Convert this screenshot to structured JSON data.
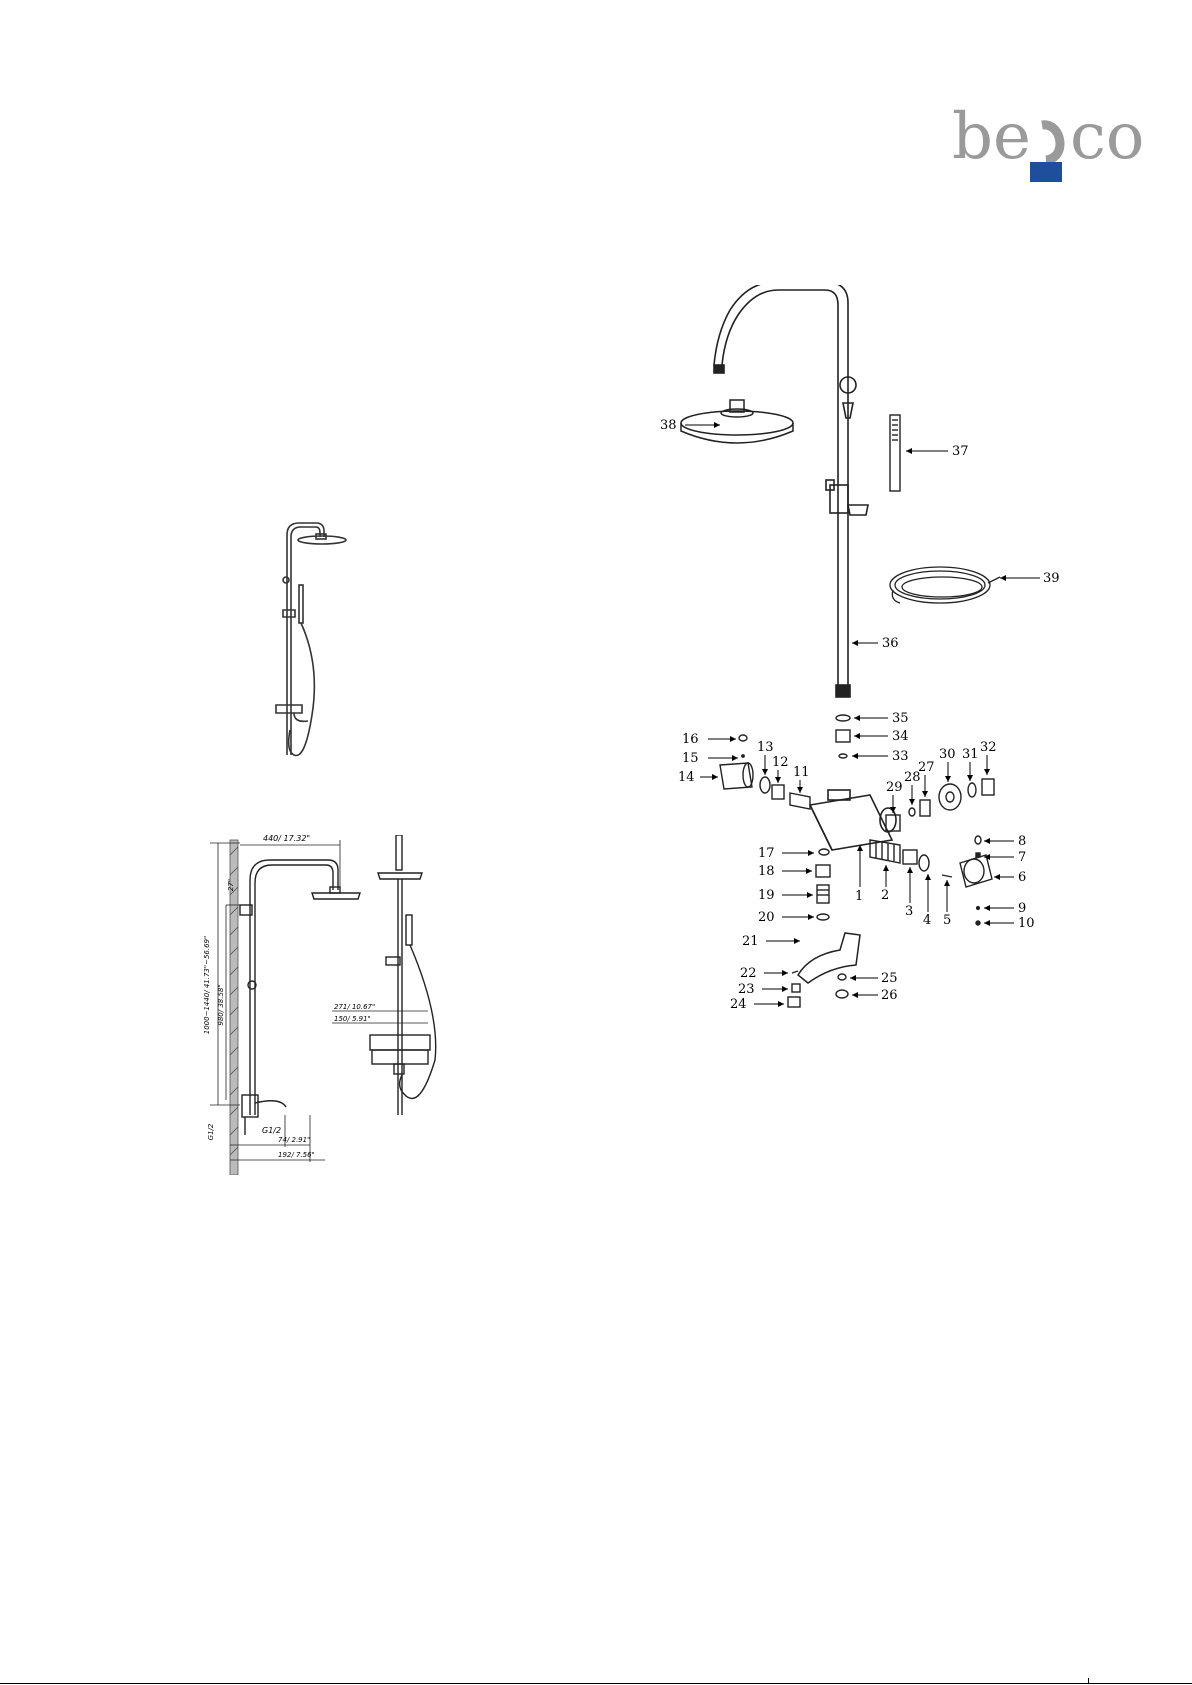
{
  "brand": {
    "logo_text_left": "be",
    "logo_text_right": "co",
    "logo_gray": "#9a9a9a",
    "logo_blue": "#1f4e9c"
  },
  "technical_drawing": {
    "dim_width_top": "440/ 17.32\"",
    "dim_height_total": "1000~1440/ 41.73\"~56.69\"",
    "dim_height_small": "27\"",
    "dim_height_mid": "980/ 38.58\"",
    "dim_inlet_vertical": "G1/2",
    "dim_inlet": "G1/2",
    "dim_spout_short": "74/ 2.91\"",
    "dim_spout_long": "192/ 7.56\"",
    "dim_mixer_width": "271/ 10.67\"",
    "dim_mixer_centers": "150/ 5.91\""
  },
  "parts": [
    "1",
    "2",
    "3",
    "4",
    "5",
    "6",
    "7",
    "8",
    "9",
    "10",
    "11",
    "12",
    "13",
    "14",
    "15",
    "16",
    "17",
    "18",
    "19",
    "20",
    "21",
    "22",
    "23",
    "24",
    "25",
    "26",
    "27",
    "28",
    "29",
    "30",
    "31",
    "32",
    "33",
    "34",
    "35",
    "36",
    "37",
    "38",
    "39"
  ]
}
